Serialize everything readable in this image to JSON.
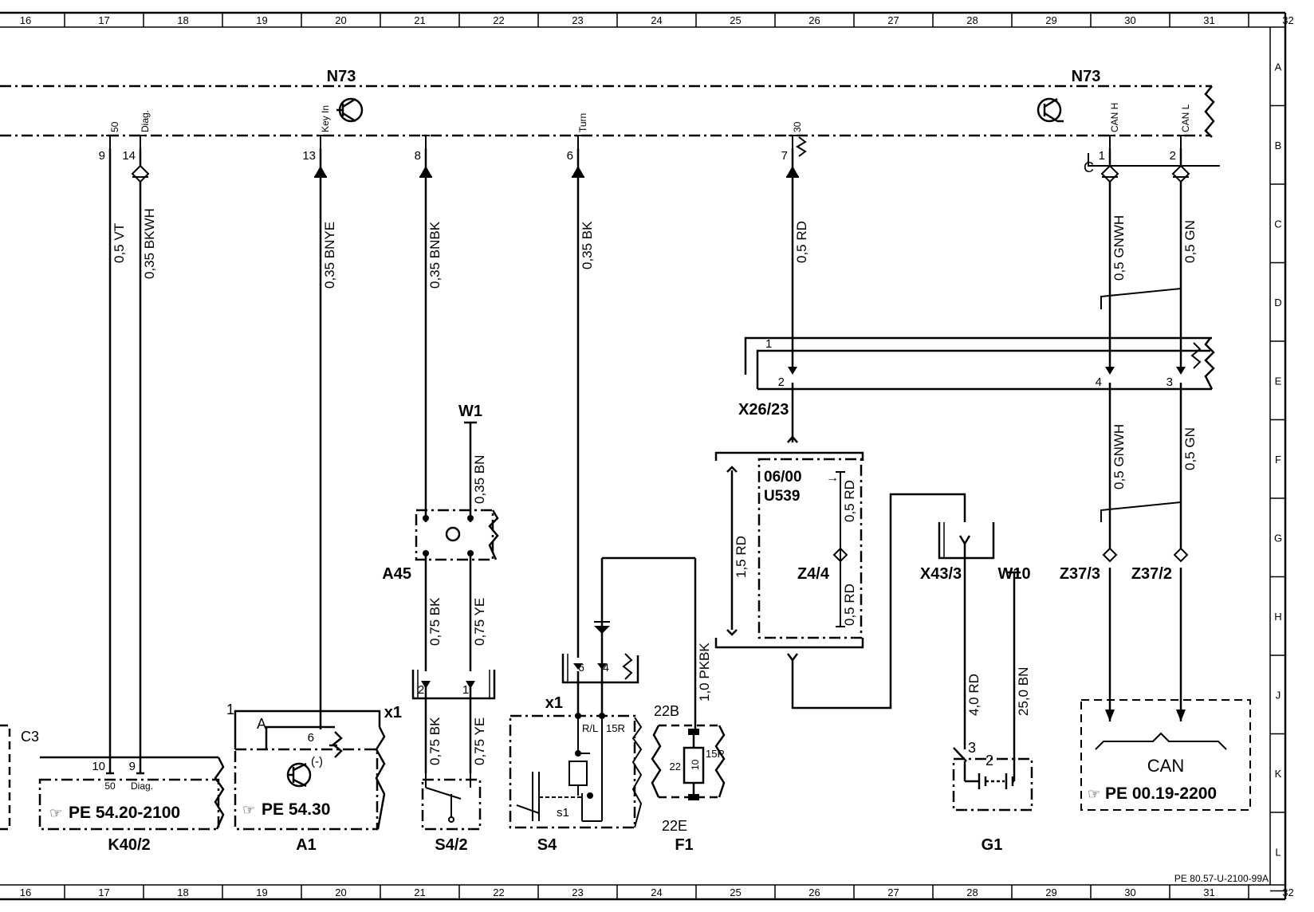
{
  "grid": {
    "columns": [
      "16",
      "17",
      "18",
      "19",
      "20",
      "21",
      "22",
      "23",
      "24",
      "25",
      "26",
      "27",
      "28",
      "29",
      "30",
      "31",
      "32"
    ],
    "rows": [
      "A",
      "B",
      "C",
      "D",
      "E",
      "F",
      "G",
      "H",
      "J",
      "K",
      "L"
    ]
  },
  "control_unit": {
    "id_left": "N73",
    "id_right": "N73",
    "shield_letter": "C"
  },
  "pins": [
    {
      "num": "9",
      "name": "50"
    },
    {
      "num": "14",
      "name": "Diag."
    },
    {
      "num": "13",
      "name": "Key In"
    },
    {
      "num": "8",
      "name": ""
    },
    {
      "num": "6",
      "name": "Turn"
    },
    {
      "num": "7",
      "name": "30"
    },
    {
      "num": "1",
      "name": "CAN H"
    },
    {
      "num": "2",
      "name": "CAN L"
    }
  ],
  "wires": {
    "w1": "0,5  VT",
    "w2": "0,35  BKWH",
    "w3": "0,35  BNYE",
    "w4": "0,35  BNBK",
    "w5": "0,35  BK",
    "w6": "0,5  RD",
    "w7": "0,5  GNWH",
    "w8": "0,5  GN",
    "w9": "0,5  GNWH",
    "w10": "0,5  GN",
    "w11": "0,35  BN",
    "w12": "0,75  BK",
    "w13": "0,75  YE",
    "w14": "0,75  BK",
    "w15": "0,75  YE",
    "w16": "1,0  PKBK",
    "w17": "1,5  RD",
    "w18": "0,5  RD",
    "w19": "0,5  RD",
    "w20": "4,0  RD",
    "w21": "25,0  BN"
  },
  "connector_x26": {
    "label": "X26/23",
    "pin1": "1",
    "pin2": "2",
    "pin3": "3",
    "pin4": "4"
  },
  "component_w1": "W1",
  "component_a45": "A45",
  "connector_x1": {
    "label": "x1",
    "pin_a": "2",
    "pin_b": "1"
  },
  "component_s4_2": "S4/2",
  "component_s4": {
    "label": "S4",
    "x1": "x1",
    "pin6": "6",
    "pin4": "4",
    "term_rl": "R/L",
    "term_15r": "15R",
    "switch": "s1"
  },
  "component_f1": {
    "label": "F1",
    "top": "22B",
    "bottom": "22E",
    "left": "22",
    "fuse": "10",
    "right": "15R"
  },
  "module_u539": {
    "date": "06/00",
    "code": "U539",
    "z44": "Z4/4"
  },
  "x43": "X43/3",
  "w10": "W10",
  "g1": {
    "label": "G1",
    "pin3": "3",
    "pin2": "2"
  },
  "z37_3": "Z37/3",
  "z37_2": "Z37/2",
  "can_box": {
    "title": "CAN",
    "ref": "PE  00.19-2200"
  },
  "k40": {
    "label": "K40/2",
    "pin10": "10",
    "pin9": "9",
    "sub50": "50",
    "subdiag": "Diag.",
    "ref": "PE  54.20-2100",
    "c3": "C3"
  },
  "a1": {
    "label": "A1",
    "pin1": "1",
    "pinA": "A",
    "pin6": "6",
    "minus": "(-)",
    "ref": "PE  54.30"
  },
  "footer_code": "PE  80.57-U-2100-99A",
  "colors": {
    "ink": "#000000",
    "paper": "#ffffff"
  }
}
